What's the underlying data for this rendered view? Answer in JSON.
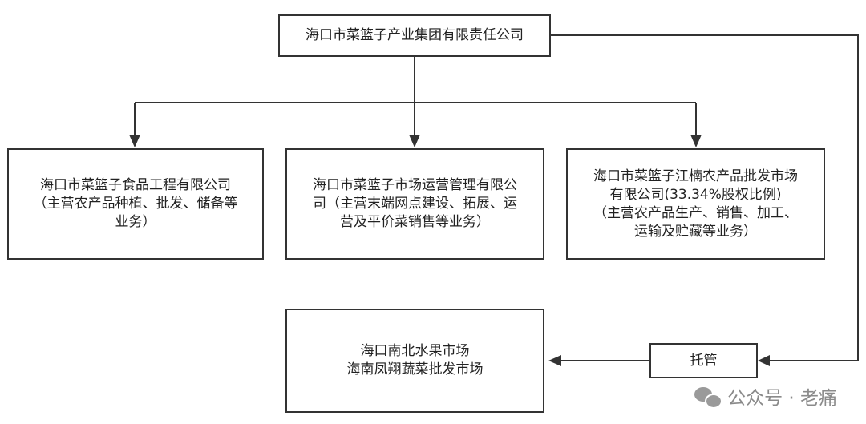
{
  "top": {
    "title": "海口市菜篮子产业集团有限责任公司"
  },
  "subsidiaries": [
    {
      "name": "海口市菜篮子食品工程有限公司",
      "desc_line1": "（主营农产品种植、批发、储备等",
      "desc_line2": "业务）"
    },
    {
      "name": "海口市菜篮子市场运营管理有限公",
      "desc_line1": "司（主营末端网点建设、拓展、运",
      "desc_line2": "营及平价菜销售等业务）"
    },
    {
      "name": "海口市菜篮子江楠农产品批发市场",
      "name_line2": "有限公司(33.34%股权比例)",
      "desc_line1": "（主营农产品生产、销售、加工、",
      "desc_line2": "运输及贮藏等业务）"
    }
  ],
  "managed": {
    "line1": "海口南北水果市场",
    "line2": "海南凤翔蔬菜批发市场"
  },
  "trust": {
    "label": "托管"
  },
  "watermark": {
    "text": "公众号 · 老痛",
    "icon": "wechat-icon"
  },
  "colors": {
    "line": "#333333",
    "box_border": "#333333",
    "text": "#222222",
    "watermark": "#8a8a8a"
  }
}
